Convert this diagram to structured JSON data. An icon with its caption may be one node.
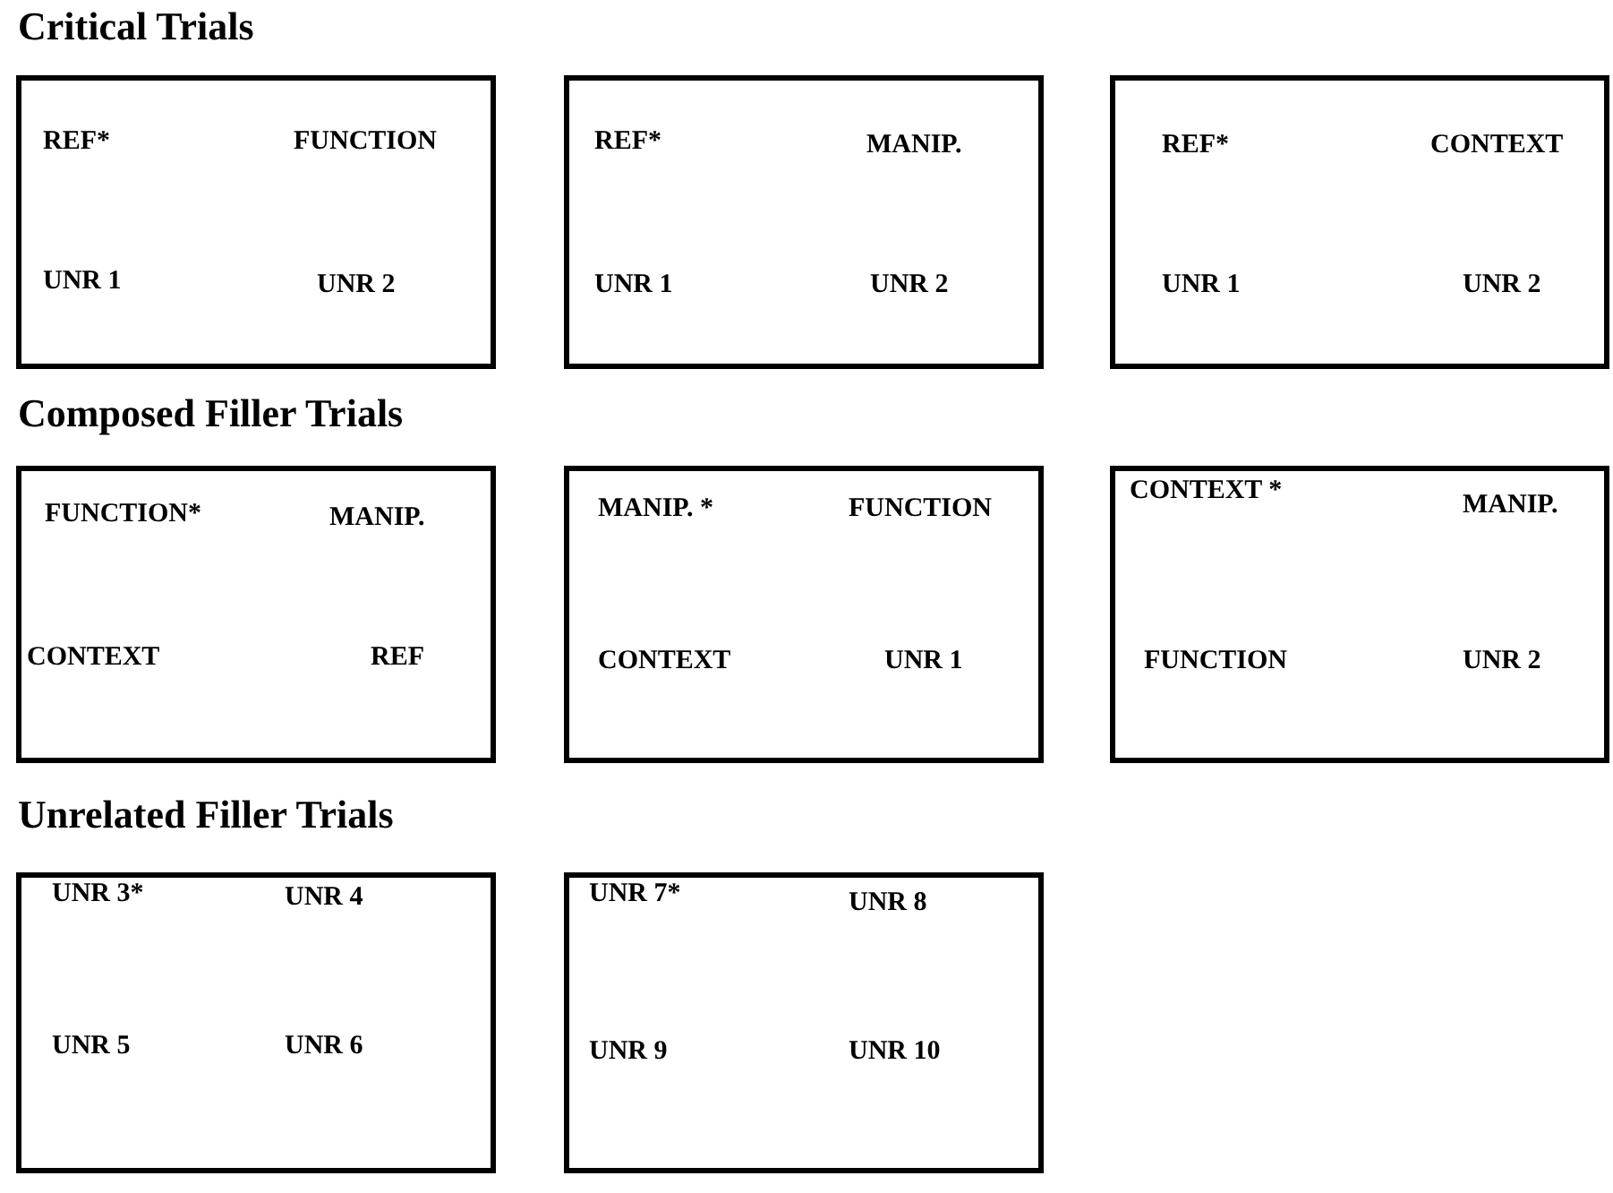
{
  "diagram": {
    "nodes": [
      {
        "text": [
          "REF*",
          "FUNCTION",
          "UNR 1",
          "UNR 2"
        ]
      },
      {
        "text": [
          "REF*",
          "MANIP.",
          "UNR 1",
          "UNR 2"
        ]
      },
      {
        "text": [
          "REF*",
          "CONTEXT",
          "UNR 1",
          "UNR 2"
        ]
      },
      {
        "text": [
          "FUNCTION*",
          "MANIP.",
          "CONTEXT",
          "REF"
        ]
      },
      {
        "text": [
          "MANIP. *",
          "FUNCTION",
          "CONTEXT",
          "UNR 1"
        ]
      },
      {
        "text": [
          "CONTEXT *",
          "MANIP.",
          "FUNCTION",
          "UNR 2"
        ]
      },
      {
        "text": [
          "UNR 3*",
          "UNR 4",
          "UNR 5",
          "UNR 6"
        ]
      },
      {
        "text": [
          "UNR 7*",
          "UNR 8",
          "UNR 9",
          "UNR 10"
        ]
      }
    ],
    "labels": [
      "Critical Trials",
      "Composed Filler Trials",
      "Unrelated Filler Trials"
    ]
  }
}
